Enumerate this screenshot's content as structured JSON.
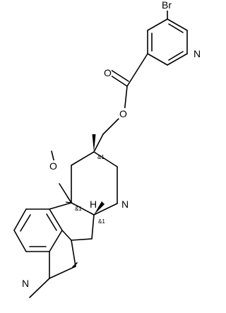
{
  "molecule": {
    "atoms": {
      "br": "Br",
      "n_pyridine": "N",
      "o_carbonyl": "O",
      "o_ester": "O",
      "o_methoxy": "O",
      "n_amine": "N",
      "h_ring": "H",
      "n_indole": "N"
    },
    "stereo_labels": {
      "c8": "&1",
      "c10": "&1",
      "c5": "&1"
    }
  }
}
